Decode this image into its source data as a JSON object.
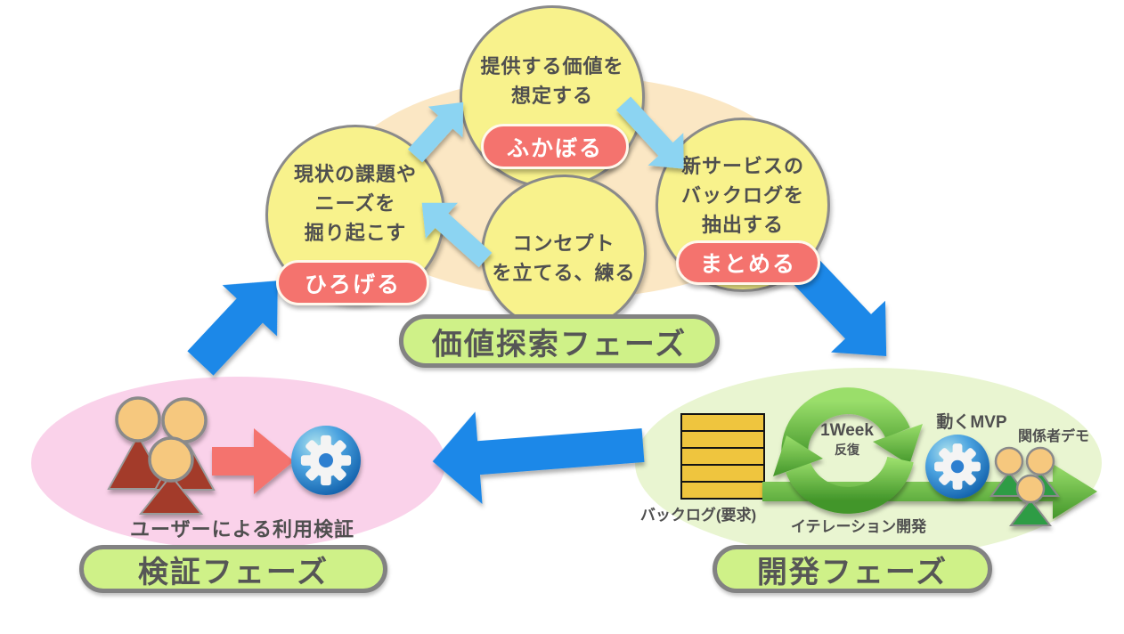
{
  "exploration": {
    "phase_label": "価値探索フェーズ",
    "circles": [
      {
        "name": "current-issues",
        "lines": [
          "現状の課題や",
          "ニーズを",
          "掘り起こす"
        ],
        "badge": "ひろげる"
      },
      {
        "name": "assume-value",
        "lines": [
          "提供する価値を",
          "想定する"
        ],
        "badge": "ふかぼる"
      },
      {
        "name": "extract-backlog",
        "lines": [
          "新サービスの",
          "バックログを",
          "抽出する"
        ],
        "badge": "まとめる"
      },
      {
        "name": "build-concept",
        "lines": [
          "コンセプト",
          "を立てる、練る"
        ]
      }
    ]
  },
  "development": {
    "phase_label": "開発フェーズ",
    "backlog_label": "バックログ(要求)",
    "iteration_label": "イテレーション開発",
    "cycle": {
      "line1": "1Week",
      "line2": "反復"
    },
    "mvp_label": "動くMVP",
    "stakeholder_demo_label": "関係者デモ"
  },
  "verification": {
    "phase_label": "検証フェーズ",
    "caption": "ユーザーによる利用検証"
  },
  "icons": {
    "gear": "gear-icon",
    "users": "users-icon",
    "cycle": "iteration-cycle-icon",
    "backlog": "backlog-stack-icon"
  },
  "colors": {
    "big_arrow_blue": "#1E88E8",
    "cycle_arrow_blue": "#8CD4F2",
    "circle_yellow": "#F8F28C",
    "badge_red": "#F4736E",
    "phase_pill_green": "#CFF188",
    "exploration_bg": "#FBE7C4",
    "verification_bg": "#FAD2EA",
    "development_bg": "#E9F5D1",
    "green_arrow": "#4A9E2C",
    "backlog_yellow": "#EFC53E",
    "text_dark": "#4F4F4F"
  }
}
